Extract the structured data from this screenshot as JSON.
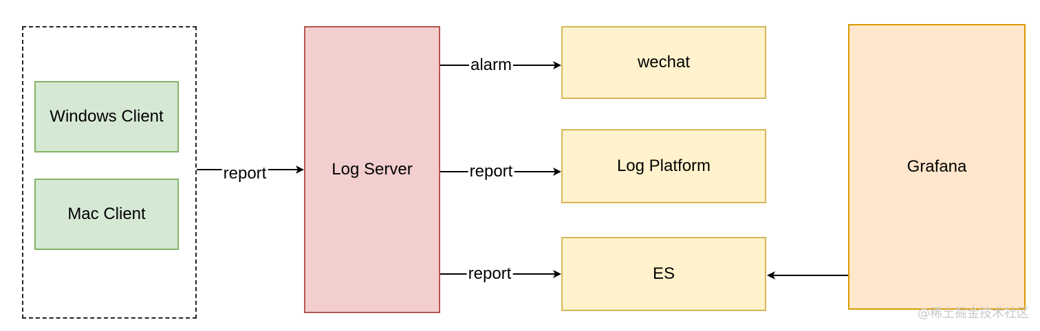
{
  "diagram": {
    "nodes": {
      "windows_client": "Windows Client",
      "mac_client": "Mac Client",
      "log_server": "Log Server",
      "wechat": "wechat",
      "log_platform": "Log Platform",
      "es": "ES",
      "grafana": "Grafana"
    },
    "edge_labels": {
      "clients_to_server": "report",
      "server_to_wechat": "alarm",
      "server_to_platform": "report",
      "server_to_es": "report"
    },
    "watermark": "@稀土掘金技术社区"
  },
  "colors": {
    "client_fill": "#d5e8d4",
    "client_stroke": "#82b366",
    "server_fill": "#f2cece",
    "server_stroke": "#b85450",
    "target_fill": "#fff2cc",
    "target_stroke": "#d6b656",
    "grafana_fill": "#ffe6cc",
    "grafana_stroke": "#d79b00"
  }
}
